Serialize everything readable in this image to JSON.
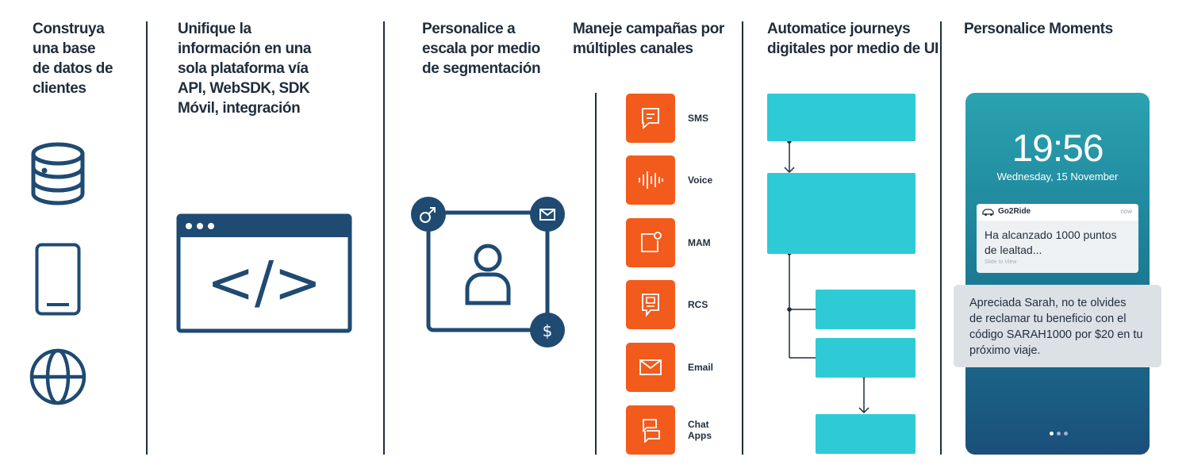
{
  "columns": {
    "build": {
      "title": "Construya\nuna base\nde datos de\nclientes",
      "icons": [
        "database-icon",
        "mobile-phone-icon",
        "globe-icon"
      ]
    },
    "unify": {
      "title": "Unifique la\ninformación en una\nsola plataforma vía\nAPI, WebSDK, SDK\nMóvil, integración",
      "icon": "code-browser-icon",
      "code_glyph": "</>"
    },
    "personalize": {
      "title": "Personalice a\nescala por medio\nde segmentación",
      "icons": [
        "user-icon",
        "male-icon",
        "mail-icon",
        "dollar-icon"
      ],
      "dollar_glyph": "$"
    },
    "campaigns": {
      "title": "Maneje campañas por\nmúltiples canales",
      "channels": [
        {
          "label": "SMS",
          "icon": "sms-icon"
        },
        {
          "label": "Voice",
          "icon": "voice-icon"
        },
        {
          "label": "MAM",
          "icon": "mam-icon"
        },
        {
          "label": "RCS",
          "icon": "rcs-icon"
        },
        {
          "label": "Email",
          "icon": "email-icon"
        },
        {
          "label": "Chat\nApps",
          "icon": "chat-apps-icon"
        }
      ]
    },
    "journeys": {
      "title": "Automatice journeys\ndigitales por medio de UI"
    },
    "moments": {
      "title": "Personalice Moments",
      "phone": {
        "time": "19:56",
        "date": "Wednesday, 15 November",
        "notification": {
          "app": "Go2Ride",
          "when": "now",
          "message": "Ha alcanzado 1000 puntos\nde lealtad...",
          "hint": "Slide to View"
        },
        "sms": "Apreciada Sarah, no te olvides\nde reclamar tu beneficio con el\ncódigo SARAH1000 por $20 en tu\npróximo viaje."
      }
    }
  },
  "colors": {
    "navy": "#1f2d3d",
    "orange": "#f35b1c",
    "cyan": "#2ecbd6",
    "icon_blue": "#1f4a72"
  }
}
